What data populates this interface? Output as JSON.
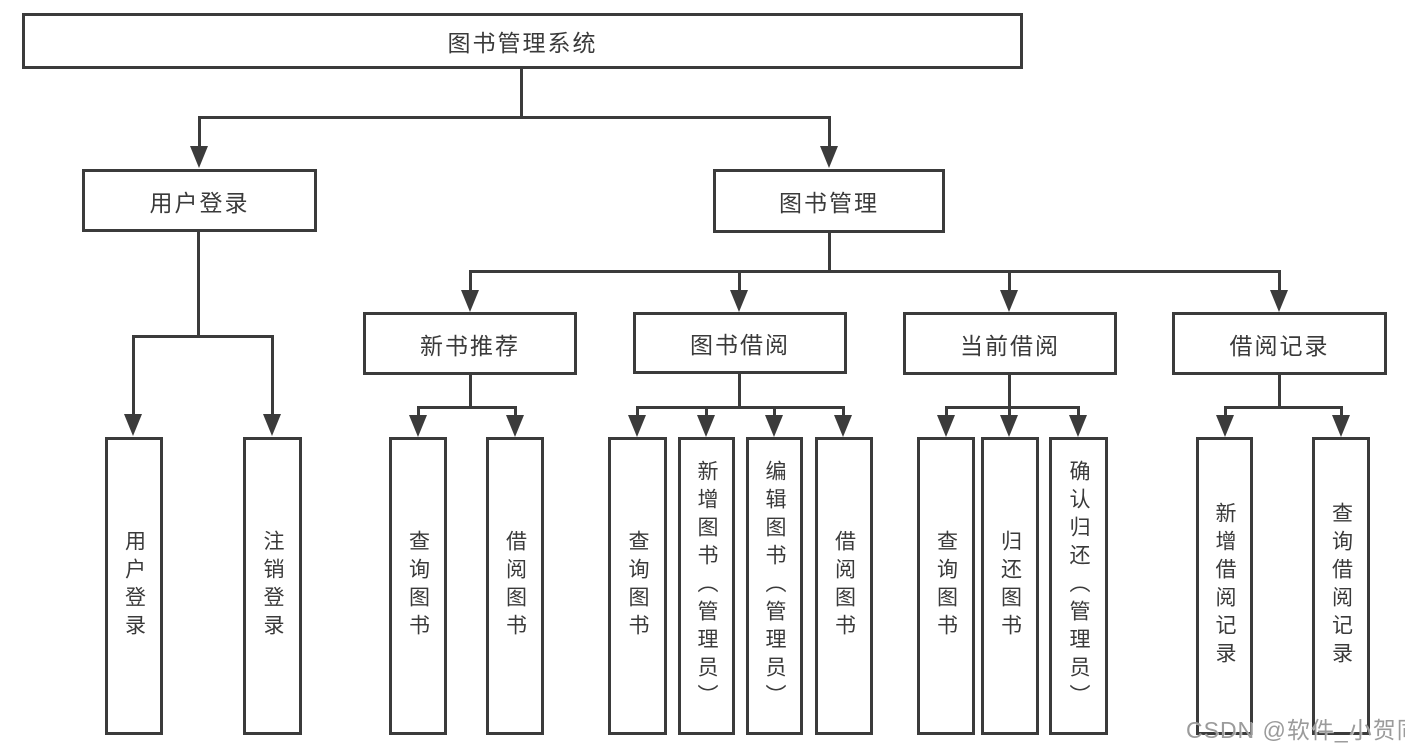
{
  "colors": {
    "line": "#3b3b3b",
    "text": "#3a3a3a",
    "watermark": "#9b9b9b",
    "background": "#ffffff"
  },
  "tree": {
    "root": "图书管理系统",
    "user_branch": {
      "label": "用户登录",
      "children": [
        "用户登录",
        "注销登录"
      ]
    },
    "management_branch": {
      "label": "图书管理",
      "groups": [
        {
          "label": "新书推荐",
          "children": [
            "查询图书",
            "借阅图书"
          ]
        },
        {
          "label": "图书借阅",
          "children": [
            "查询图书",
            "新增图书（管理员）",
            "编辑图书（管理员）",
            "借阅图书"
          ]
        },
        {
          "label": "当前借阅",
          "children": [
            "查询图书",
            "归还图书",
            "确认归还（管理员）"
          ]
        },
        {
          "label": "借阅记录",
          "children": [
            "新增借阅记录",
            "查询借阅记录"
          ]
        }
      ]
    }
  },
  "watermark": "CSDN @软件_小贺同学"
}
